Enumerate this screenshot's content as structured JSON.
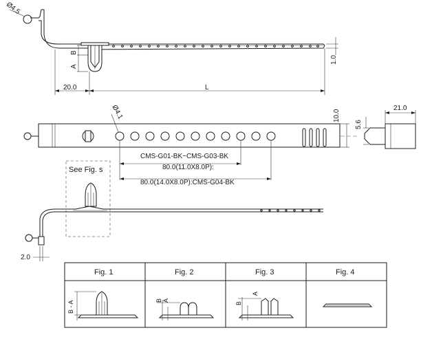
{
  "labels": {
    "dia_45": "Ø4.5",
    "b_top": "B",
    "a_top": "A",
    "dim_1_0": "1.0",
    "dim_20_0": "20.0",
    "dim_L": "L",
    "dia_41": "Ø4.1",
    "dim_10_0": "10.0",
    "dim_5_6": "5.6",
    "dim_21_0": "21.0",
    "cms_g01": "CMS-G01-BK~CMS-G03-BK",
    "dim_80_11": "80.0(11.0X8.0P):",
    "dim_80_14": "80.0(14.0X8.0P):CMS-G04-BK",
    "see_fig": "See Fig. s",
    "dim_2_0": "2.0"
  },
  "table": {
    "headers": [
      "Fig. 1",
      "Fig. 2",
      "Fig. 3",
      "Fig. 4"
    ],
    "fig1_dim": "B - A",
    "fig2_b": "B",
    "fig2_a": "A",
    "fig3_b": "B",
    "fig3_a": "A"
  }
}
